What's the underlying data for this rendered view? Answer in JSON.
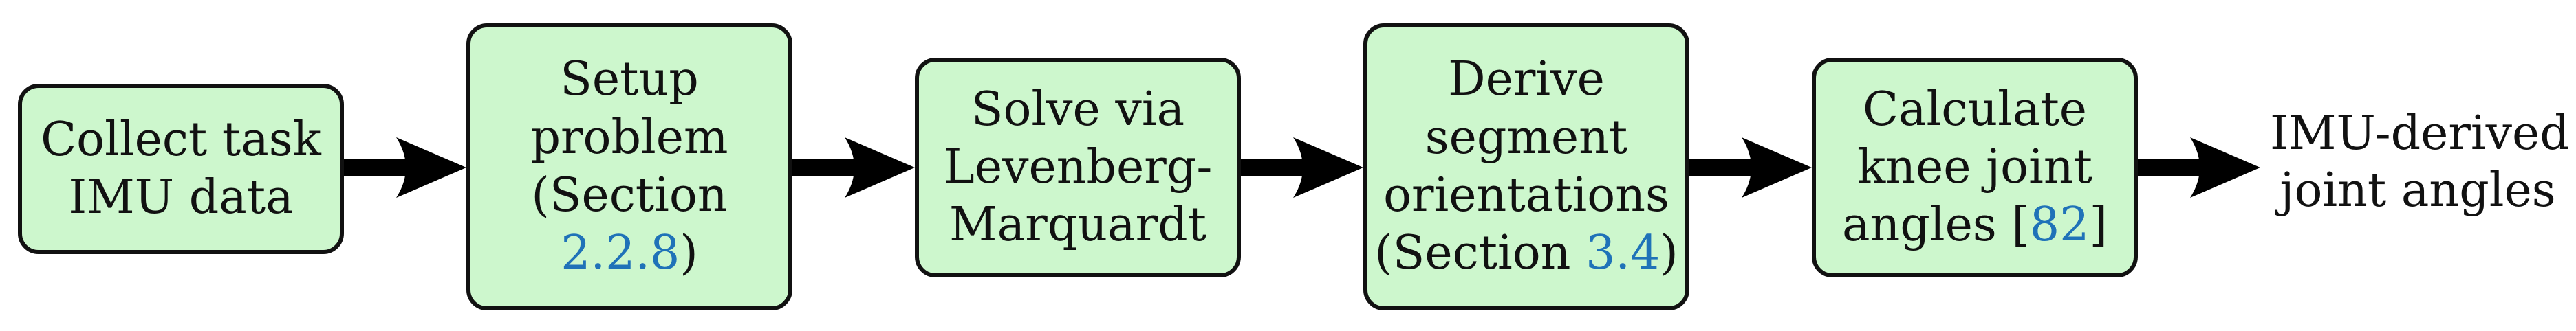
{
  "nodes": [
    {
      "id": "collect",
      "lines": [
        "Collect task",
        "IMU data"
      ]
    },
    {
      "id": "setup",
      "lines": [
        "Setup",
        "problem",
        "(Section"
      ],
      "ref_text": "2.2.8",
      "after_ref": ")"
    },
    {
      "id": "solve",
      "lines": [
        "Solve via",
        "Levenberg-",
        "Marquardt"
      ]
    },
    {
      "id": "derive",
      "lines": [
        "Derive",
        "segment",
        "orientations"
      ],
      "before_ref": "(Section ",
      "ref_text": "3.4",
      "after_ref": ")"
    },
    {
      "id": "calculate",
      "lines": [
        "Calculate",
        "knee joint"
      ],
      "before_ref": "angles [",
      "ref_text": "82",
      "after_ref": "]"
    }
  ],
  "output": {
    "lines": [
      "IMU-derived",
      "joint angles"
    ]
  },
  "colors": {
    "box_fill": "#cdf7cd",
    "box_border": "#111111",
    "reference": "#1f72b8",
    "arrow": "#000000"
  }
}
